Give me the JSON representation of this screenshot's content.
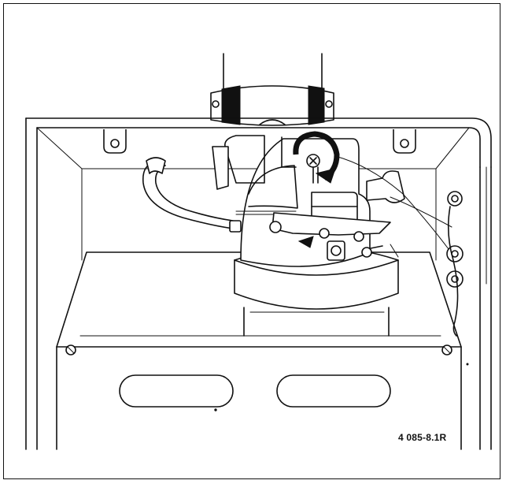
{
  "figure": {
    "reference_code": "4 085-8.1R",
    "colors": {
      "line": "#111111",
      "background": "#ffffff"
    },
    "parts": [
      "flue-pipe",
      "flue-collar",
      "housing-frame",
      "fan-assembly",
      "fixing-screw",
      "rotation-arrow",
      "grommet",
      "electrical-lead",
      "pressure-tube",
      "combustion-chamber-panel",
      "inspection-slot"
    ]
  }
}
